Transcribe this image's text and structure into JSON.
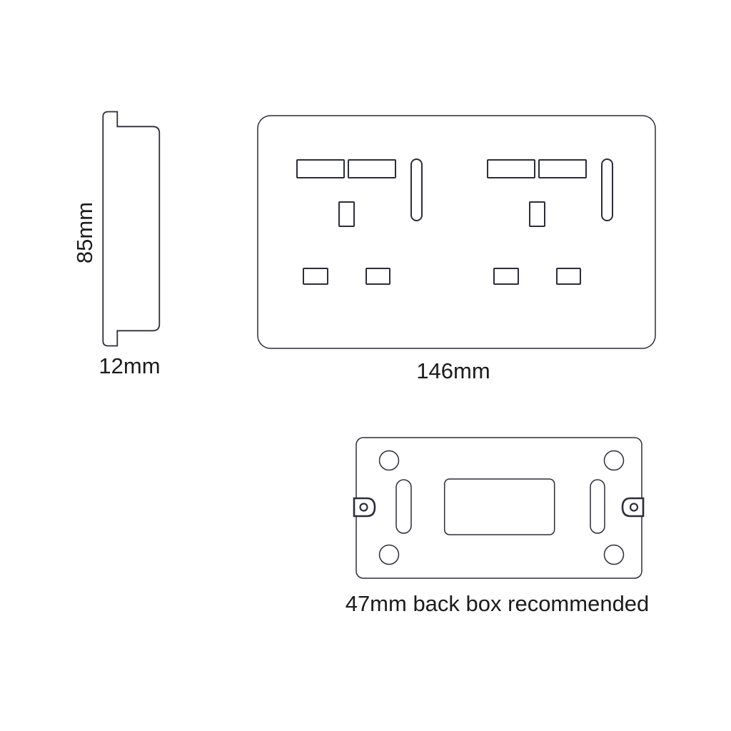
{
  "diagram": {
    "side_view": {
      "height_label": "85mm",
      "depth_label": "12mm"
    },
    "front_view": {
      "width_label": "146mm"
    },
    "back_box": {
      "note": "47mm back box recommended"
    }
  },
  "colors": {
    "line": "#2d2d3a",
    "text": "#1c1c1c",
    "background": "#ffffff"
  }
}
